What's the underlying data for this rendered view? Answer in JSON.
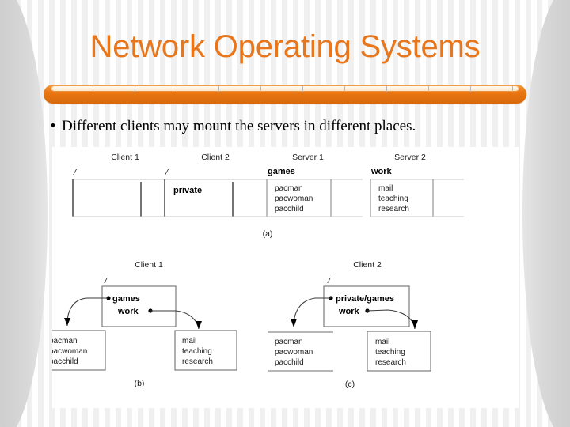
{
  "slide": {
    "title": "Network Operating Systems",
    "bullet_marker": "•",
    "bullet_text": "Different clients may mount the servers in different places.",
    "accent_color": "#E8761C",
    "text_color": "#000000"
  },
  "figure": {
    "panel_a": {
      "caption": "(a)",
      "columns": [
        {
          "heading": "Client 1",
          "root": "/",
          "subdir": "",
          "entries": []
        },
        {
          "heading": "Client 2",
          "root": "/",
          "subdir": "private",
          "entries": []
        },
        {
          "heading": "Server 1",
          "root": "",
          "subdir": "games",
          "entries": [
            "pacman",
            "pacwoman",
            "pacchild"
          ]
        },
        {
          "heading": "Server 2",
          "root": "",
          "subdir": "work",
          "entries": [
            "mail",
            "teaching",
            "research"
          ]
        }
      ]
    },
    "panel_b": {
      "caption": "(b)",
      "heading": "Client 1",
      "root": "/",
      "root_entries": [
        "games",
        "work"
      ],
      "left_target": [
        "pacman",
        "pacwoman",
        "pacchild"
      ],
      "right_target": [
        "mail",
        "teaching",
        "research"
      ]
    },
    "panel_c": {
      "caption": "(c)",
      "heading": "Client 2",
      "root": "/",
      "root_entries": [
        "private/games",
        "work"
      ],
      "left_target": [
        "pacman",
        "pacwoman",
        "pacchild"
      ],
      "right_target": [
        "mail",
        "teaching",
        "research"
      ]
    }
  }
}
